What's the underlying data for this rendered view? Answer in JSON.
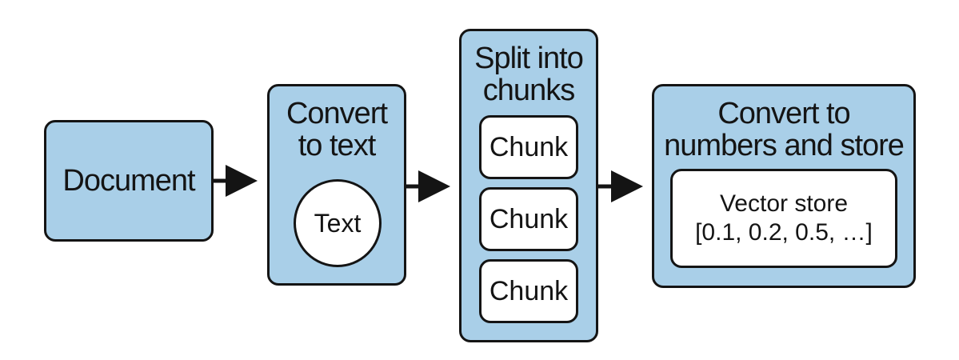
{
  "document": {
    "label": "Document"
  },
  "convert_text": {
    "title_line1": "Convert",
    "title_line2": "to text",
    "circle_label": "Text"
  },
  "split": {
    "title_line1": "Split into",
    "title_line2": "chunks",
    "chunks": [
      {
        "label": "Chunk"
      },
      {
        "label": "Chunk"
      },
      {
        "label": "Chunk"
      }
    ]
  },
  "store": {
    "title_line1": "Convert to",
    "title_line2": "numbers and store",
    "vector_title": "Vector store",
    "vector_values": "[0.1, 0.2, 0.5, …]"
  },
  "colors": {
    "box_fill": "#a9cfe8",
    "stroke": "#141414",
    "inner_fill": "#ffffff"
  }
}
